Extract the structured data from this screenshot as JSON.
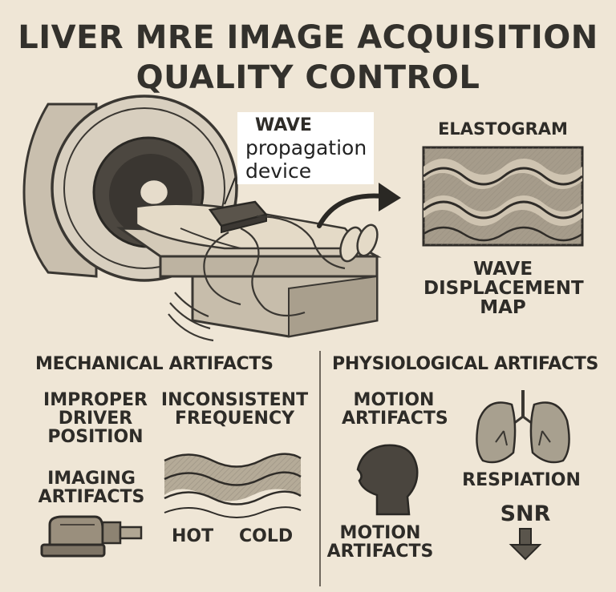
{
  "title": {
    "line1": "LIVER MRE IMAGE ACQUISITION",
    "line2": "QUALITY CONTROL"
  },
  "scanner": {
    "device_label_1": "WAVE",
    "device_label_2": "propagation",
    "device_label_3": "device"
  },
  "elastogram": {
    "title": "ELASTOGRAM",
    "caption_1": "WAVE",
    "caption_2": "DISPLACEMENT",
    "caption_3": "MAP"
  },
  "mechanical": {
    "header": "MECHANICAL ARTIFACTS",
    "improper_1": "IMPROPER",
    "improper_2": "DRIVER",
    "improper_3": "POSITION",
    "inconsistent_1": "INCONSISTENT",
    "inconsistent_2": "FREQUENCY",
    "imaging_1": "IMAGING",
    "imaging_2": "ARTIFACTS",
    "hot": "HOT",
    "cold": "COLD"
  },
  "physiological": {
    "header": "PHYSIOLOGICAL ARTIFACTS",
    "motion_top_1": "MOTION",
    "motion_top_2": "ARTIFACTS",
    "respiation": "RESPIATION",
    "snr": "SNR",
    "motion_bottom_1": "MOTION",
    "motion_bottom_2": "ARTIFACTS"
  }
}
